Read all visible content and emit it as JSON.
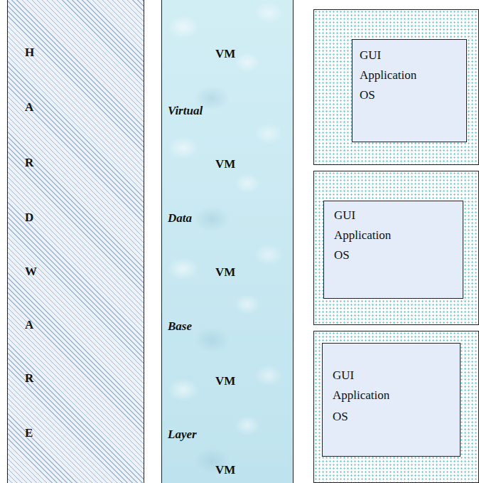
{
  "diagram": {
    "nodes": [
      {
        "text": [
          "H",
          "A",
          "R",
          "D",
          "W",
          "A",
          "R",
          "E"
        ]
      },
      {
        "text": [
          "VM",
          "Virtual",
          "VM",
          "Data",
          "VM",
          "Base",
          "VM",
          "Layer",
          "VM"
        ]
      },
      {
        "text": [
          "GUI",
          "Application",
          "OS"
        ]
      },
      {
        "text": [
          "GUI",
          "Application",
          "OS"
        ]
      },
      {
        "text": [
          "GUI",
          "Application",
          "OS"
        ]
      }
    ]
  }
}
